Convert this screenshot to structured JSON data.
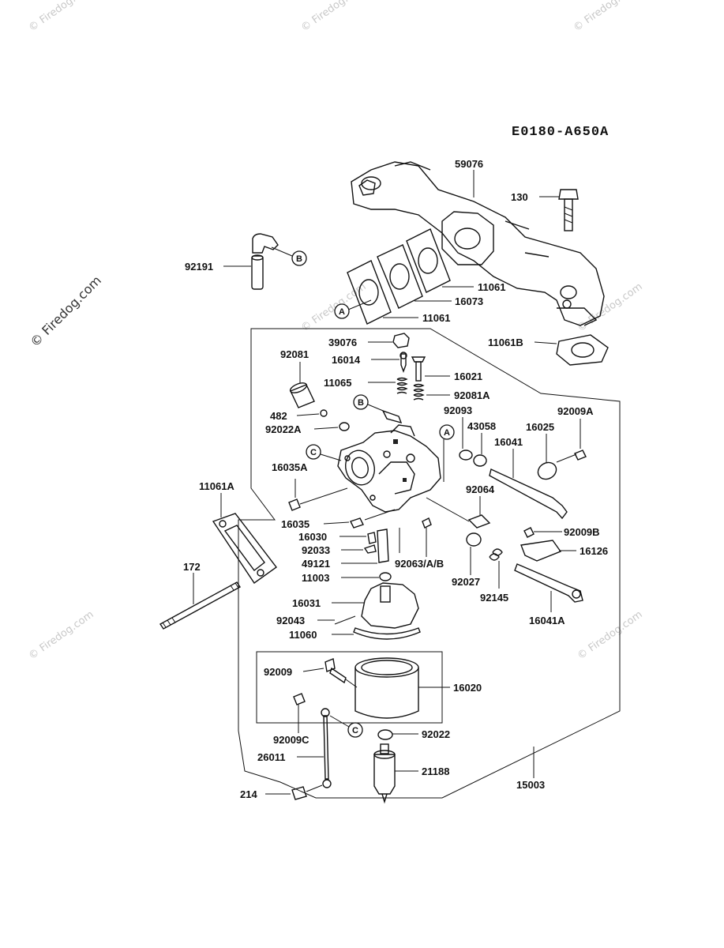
{
  "diagram_code": "E0180-A650A",
  "watermark": "© Firedog.com",
  "watermark_small": "© Firedog.com",
  "parts": [
    "59076",
    "130",
    "92191",
    "11061",
    "16073",
    "11061",
    "11061B",
    "39076",
    "16014",
    "16021",
    "11065",
    "92081A",
    "92081",
    "92093",
    "482",
    "92022A",
    "43058",
    "16025",
    "92009A",
    "16041",
    "16035A",
    "11061A",
    "92064",
    "16035",
    "16030",
    "92033",
    "49121",
    "92063/A/B",
    "92009B",
    "16126",
    "11003",
    "92027",
    "92145",
    "172",
    "16031",
    "92043",
    "11060",
    "16041A",
    "92009",
    "16020",
    "92009C",
    "92022",
    "26011",
    "21188",
    "214",
    "15003"
  ],
  "callouts": [
    "B",
    "A",
    "B",
    "A",
    "C",
    "C"
  ]
}
